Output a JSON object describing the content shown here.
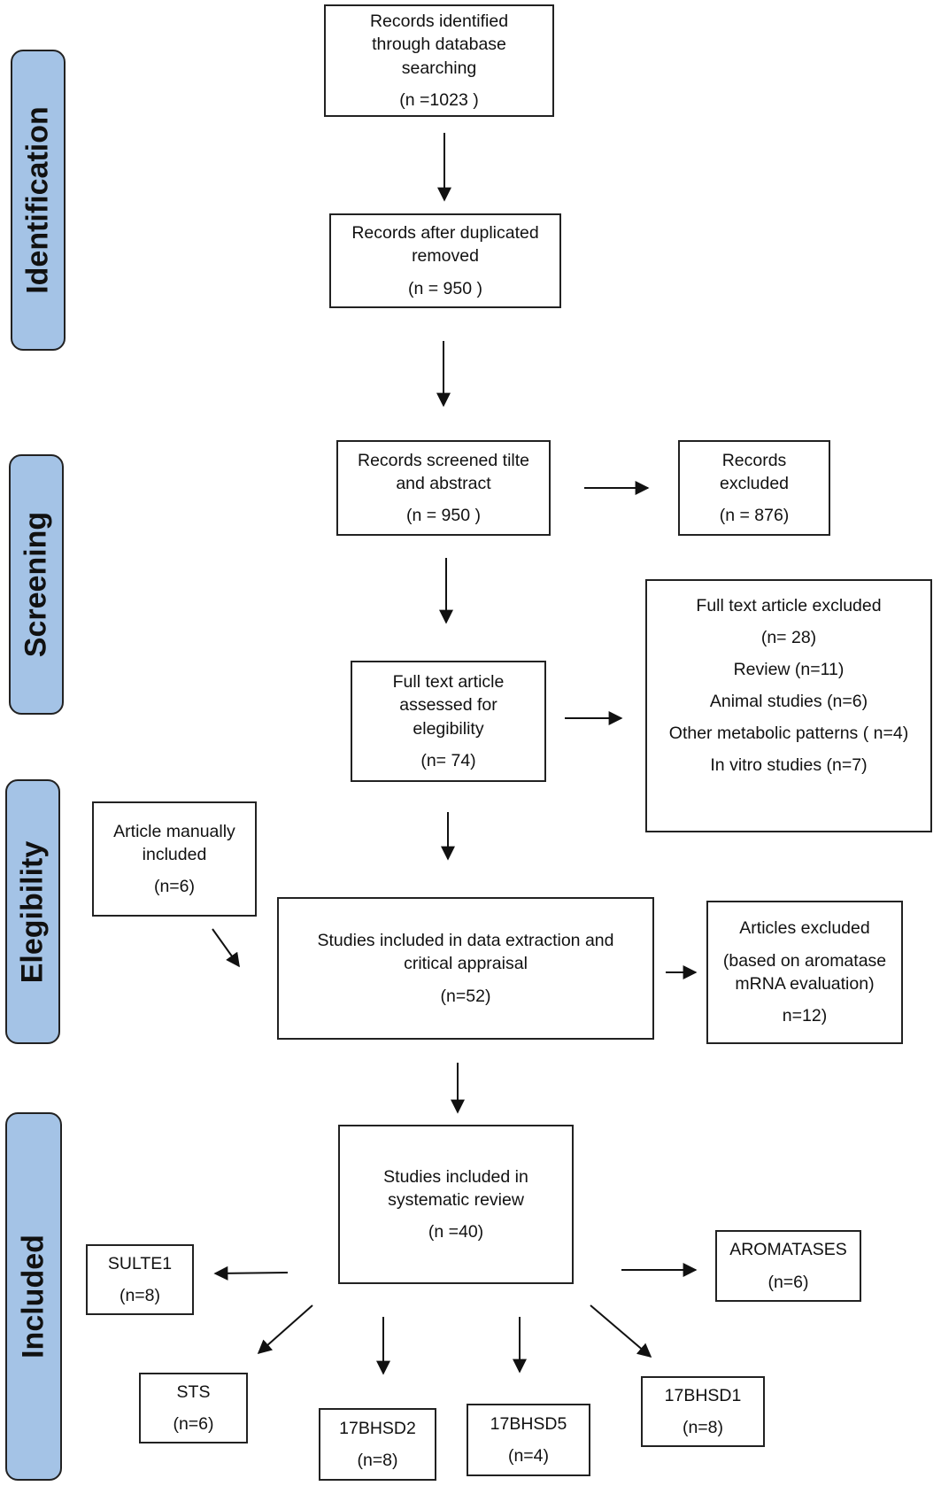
{
  "stages": {
    "identification": "Identification",
    "screening": "Screening",
    "elegibility": "Elegibility",
    "included": "Included"
  },
  "boxes": {
    "identified": {
      "l1": "Records identified",
      "l2": "through database",
      "l3": "searching",
      "n": "(n =1023 )"
    },
    "deduplicated": {
      "l1": "Records after duplicated",
      "l2": "removed",
      "n": "(n = 950 )"
    },
    "screened": {
      "l1": "Records screened tilte",
      "l2": "and abstract",
      "n": "(n = 950 )"
    },
    "records_excluded": {
      "l1": "Records",
      "l2": "excluded",
      "n": "(n = 876)"
    },
    "full_text_assessed": {
      "l1": "Full text article",
      "l2": "assessed for",
      "l3": "elegibility",
      "n": "(n= 74)"
    },
    "full_text_excluded": {
      "title": "Full text article excluded",
      "n": "(n= 28)",
      "reasons": [
        "Review (n=11)",
        "Animal studies (n=6)",
        "Other metabolic patterns ( n=4)",
        "In vitro studies (n=7)"
      ]
    },
    "manually_included": {
      "l1": "Article manually",
      "l2": "included",
      "n": "(n=6)"
    },
    "data_extraction": {
      "l1": "Studies included in data extraction and",
      "l2": "critical appraisal",
      "n": "(n=52)"
    },
    "articles_excluded": {
      "l1": "Articles excluded",
      "l2": "(based on aromatase",
      "l3": "mRNA evaluation)",
      "n": "n=12)"
    },
    "systematic_review": {
      "l1": "Studies included in",
      "l2": "systematic review",
      "n": "(n =40)"
    },
    "sulte1": {
      "label": "SULTE1",
      "n": "(n=8)"
    },
    "aromatases": {
      "label": "AROMATASES",
      "n": "(n=6)"
    },
    "sts": {
      "label": "STS",
      "n": "(n=6)"
    },
    "17bhsd2": {
      "label": "17BHSD2",
      "n": "(n=8)"
    },
    "17bhsd5": {
      "label": "17BHSD5",
      "n": "(n=4)"
    },
    "17bhsd1": {
      "label": "17BHSD1",
      "n": "(n=8)"
    }
  },
  "colors": {
    "stage_fill": "#a4c3e6",
    "stroke": "#222222"
  }
}
